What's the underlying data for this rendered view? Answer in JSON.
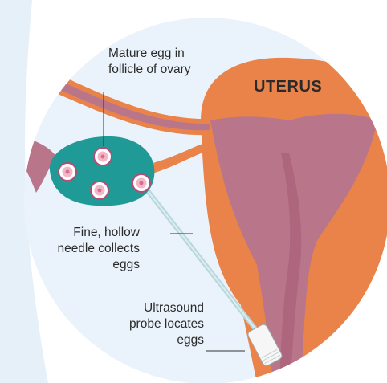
{
  "labels": {
    "uterus": "UTERUS",
    "mature_egg": [
      "Mature egg in",
      "follicle of ovary"
    ],
    "needle": [
      "Fine, hollow",
      "needle collects",
      "eggs"
    ],
    "probe": [
      "Ultrasound",
      "probe locates",
      "eggs"
    ]
  },
  "colors": {
    "background_circle": "#eaf3fb",
    "outer_panel": "#e3eef8",
    "uterus_orange": "#e98349",
    "uterus_inner": "#b9768a",
    "ovary": "#1f9a96",
    "needle": "#b9d6dc",
    "egg": "#f3b6c8"
  }
}
